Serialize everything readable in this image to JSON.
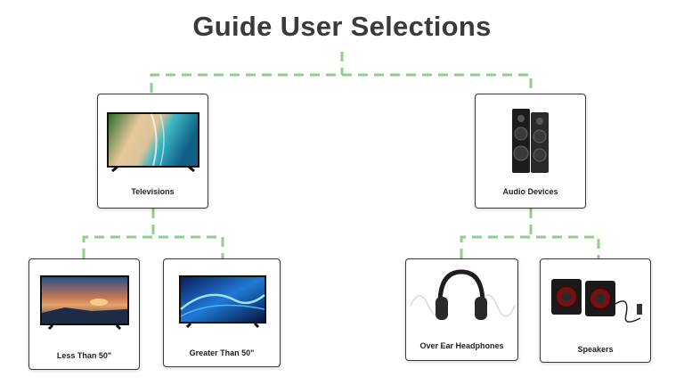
{
  "title": "Guide User Selections",
  "colors": {
    "connector": "#8fcf8a",
    "card_border": "#3a3a3a",
    "title": "#3a3a3a"
  },
  "nodes": {
    "televisions": {
      "label": "Televisions",
      "icon": "tv-icon"
    },
    "audio": {
      "label": "Audio Devices",
      "icon": "tower-speakers-icon"
    },
    "tv_small": {
      "label": "Less Than 50\"",
      "icon": "tv-sunset-icon"
    },
    "tv_large": {
      "label": "Greater Than 50\"",
      "icon": "tv-wave-icon"
    },
    "headphones": {
      "label": "Over Ear Headphones",
      "icon": "headphones-icon"
    },
    "speakers": {
      "label": "Speakers",
      "icon": "computer-speakers-icon"
    }
  }
}
